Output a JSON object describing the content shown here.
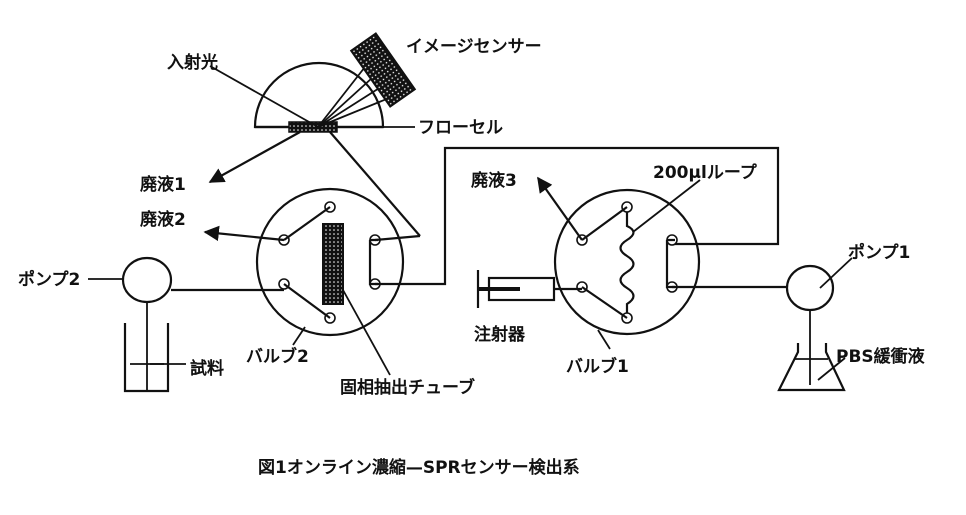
{
  "labels": {
    "incident_light": "入射光",
    "image_sensor": "イメージセンサー",
    "flow_cell": "フローセル",
    "waste1": "廃液1",
    "waste2": "廃液2",
    "waste3": "廃液3",
    "loop": "200μlループ",
    "pump2": "ポンプ2",
    "pump1": "ポンプ1",
    "sample": "試料",
    "valve2": "バルブ2",
    "spe_tube": "固相抽出チューブ",
    "syringe": "注射器",
    "valve1": "バルブ1",
    "pbs_buffer": "PBS緩衝液"
  },
  "caption": "図1オンライン濃縮—SPRセンサー検出系"
}
